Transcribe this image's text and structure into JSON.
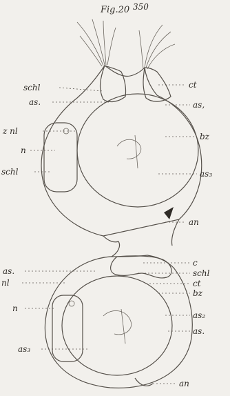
{
  "figure": {
    "title": "Fig.20",
    "superscript": "350"
  },
  "labels": {
    "top_left": [
      "schl",
      "as.",
      "z nl",
      "n",
      "schl"
    ],
    "top_right": [
      "ct",
      "as,",
      "bz",
      "as₃",
      "an"
    ],
    "bottom_left": [
      "as.",
      "nl",
      "n",
      "as₃"
    ],
    "bottom_right": [
      "c",
      "schl",
      "ct",
      "bz",
      "as₂",
      "as.",
      "an"
    ]
  },
  "colors": {
    "paper": "#f2f0ec",
    "ink": "#2f2b26",
    "wash": "#dcd8d2"
  }
}
